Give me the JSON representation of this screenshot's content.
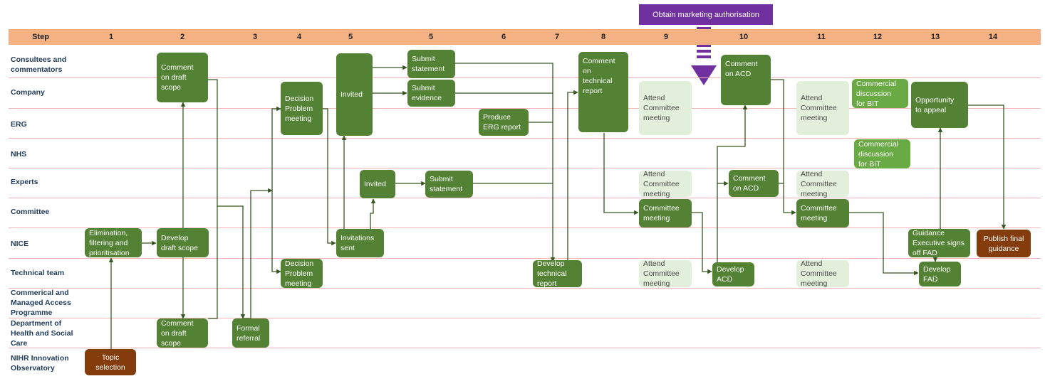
{
  "banner": {
    "label": "Obtain marketing authorisation"
  },
  "steps": {
    "header": "Step",
    "s1": "1",
    "s2": "2",
    "s3": "3",
    "s4": "4",
    "s5a": "5",
    "s5b": "5",
    "s6": "6",
    "s7": "7",
    "s8": "8",
    "s9": "9",
    "s10": "10",
    "s11": "11",
    "s12": "12",
    "s13": "13",
    "s14": "14"
  },
  "rows": {
    "consultees": "Consultees and commentators",
    "company": "Company",
    "erg": "ERG",
    "nhs": "NHS",
    "experts": "Experts",
    "committee": "Committee",
    "nice": "NICE",
    "technical": "Technical team",
    "commercial": "Commerical and Managed Access Programme",
    "dhsc": "Department of Health and Social Care",
    "nihr": "NIHR Innovation Observatory"
  },
  "boxes": {
    "topic_selection": "Topic\nselection",
    "elimination": "Elimination,\nfiltering and\nprioritisation",
    "develop_draft_scope": "Develop\ndraft scope",
    "comment_draft_scope_top": "Comment\non draft\nscope",
    "comment_draft_scope_bottom": "Comment\non draft\nscope",
    "formal_referral": "Formal\nreferral",
    "decision_problem_company": "Decision\nProblem\nmeeting",
    "decision_problem_technical": "Decision\nProblem\nmeeting",
    "invited_company": "Invited",
    "invitations_sent": "Invitations\nsent",
    "invited_experts": "Invited",
    "submit_statement_consultees": "Submit\nstatement",
    "submit_evidence": "Submit\nevidence",
    "submit_statement_experts": "Submit\nstatement",
    "produce_erg_report": "Produce\nERG report",
    "develop_technical_report": "Develop\ntechnical\nreport",
    "comment_technical_report": "Comment\non\ntechnical\nreport",
    "attend_committee_company_9": "Attend\nCommittee\nmeeting",
    "attend_committee_experts_9": "Attend\nCommittee\nmeeting",
    "committee_meeting_9": "Committee\nmeeting",
    "attend_committee_technical_9": "Attend\nCommittee\nmeeting",
    "comment_acd_consultees": "Comment\non  ACD",
    "comment_acd_experts": "Comment\non  ACD",
    "develop_acd": "Develop\nACD",
    "attend_committee_company_11": "Attend\nCommittee\nmeeting",
    "attend_committee_experts_11": "Attend\nCommittee\nmeeting",
    "committee_meeting_11": "Committee\nmeeting",
    "attend_committee_technical_11": "Attend\nCommittee\nmeeting",
    "commercial_discussion_company": "Commercial\ndiscussion\nfor BIT",
    "commercial_discussion_nhs": "Commercial\ndiscussion\nfor BIT",
    "opportunity_to_appeal": "Opportunity\nto appeal",
    "guidance_executive": "Guidance\nExecutive signs\noff FAD",
    "develop_fad": "Develop\nFAD",
    "publish_final_guidance": "Publish final\nguidance"
  },
  "colors": {
    "step_bar": "#f4b183",
    "dark_green": "#548235",
    "mid_green": "#6aaa45",
    "light_green": "#e2efda",
    "brown": "#843c0c",
    "purple": "#7030a0",
    "row_line": "#f2b6b6",
    "connector": "#375623"
  }
}
